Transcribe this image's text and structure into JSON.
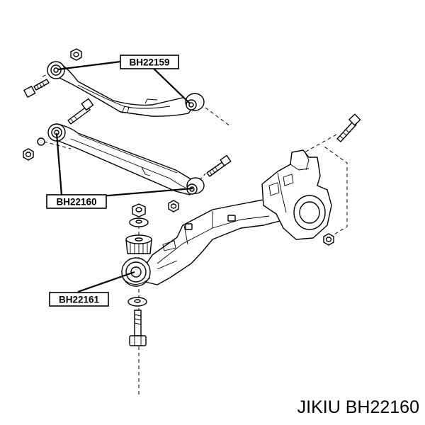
{
  "labels": {
    "upper_arm": "BH22159",
    "lower_arm": "BH22160",
    "mount": "BH22161"
  },
  "caption": "JIKIU BH22160"
}
